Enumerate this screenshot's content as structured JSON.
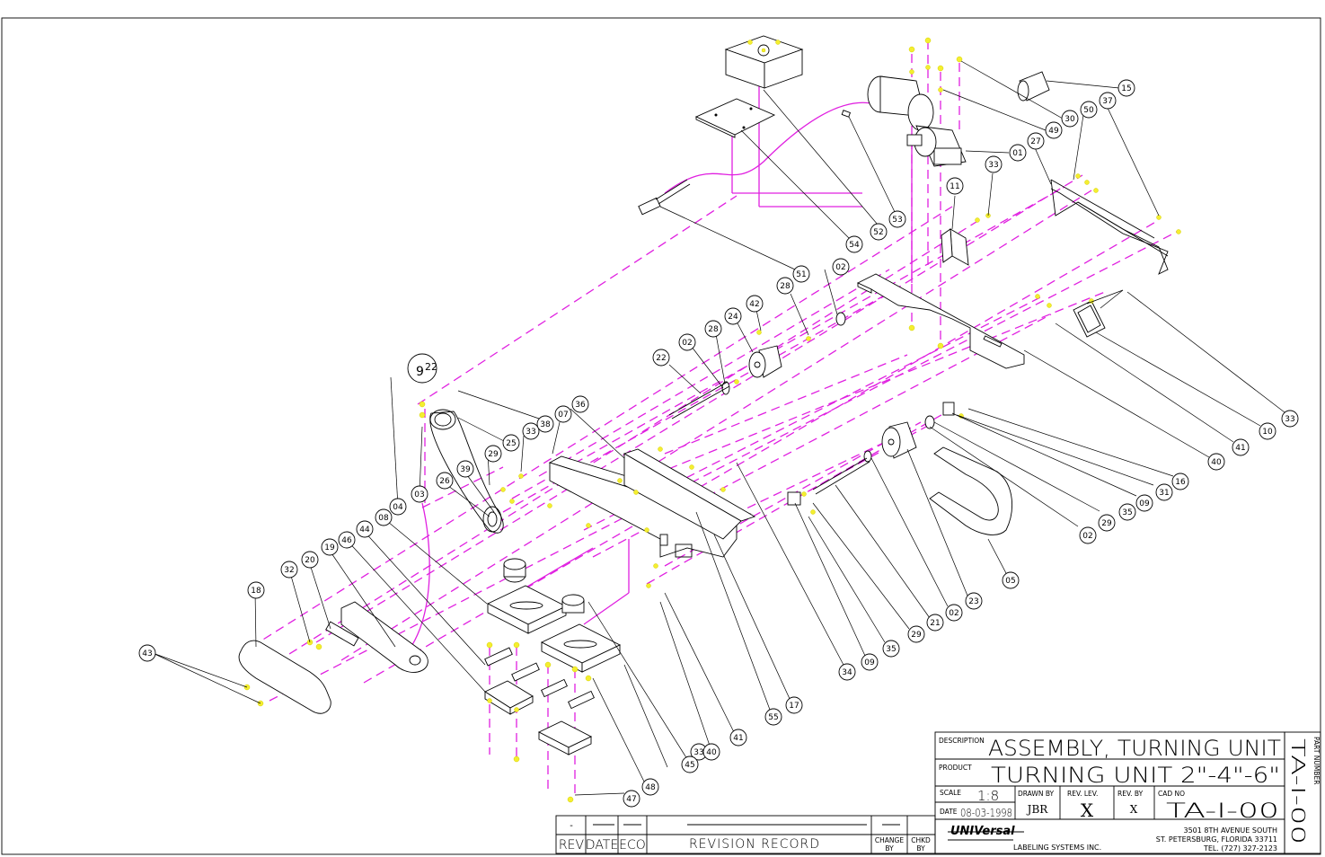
{
  "title_block": {
    "description_label": "DESCRIPTION",
    "description": "ASSEMBLY, TURNING UNIT",
    "product_label": "PRODUCT",
    "product": "TURNING UNIT 2\"-4\"-6\"",
    "scale_label": "SCALE",
    "scale": "1:8",
    "date_label": "DATE",
    "date": "08-03-1998",
    "drawn_by_label": "DRAWN BY",
    "drawn_by": "JBR",
    "rev_lev_label": "REV. LEV.",
    "rev_lev": "X",
    "rev_by_label": "REV. BY",
    "rev_by": "X",
    "cad_no_label": "CAD NO",
    "cad_no": "TA-I-00",
    "part_number_label": "PART NUMBER",
    "part_number": "TA-I-00",
    "company_logo": "UNIVersal",
    "company_sub": "LABELING SYSTEMS INC.",
    "address_1": "3501 8TH AVENUE SOUTH",
    "address_2": "ST. PETERSBURG, FLORIDA 33711",
    "phone": "TEL. (727) 327-2123"
  },
  "revision_block": {
    "rev_label": "REV",
    "date_label": "DATE",
    "eco_label": "ECO",
    "record_label": "REVISION RECORD",
    "change_by_label": "CHANGE BY",
    "chkd_by_label": "CHKD BY",
    "rev_value": "-"
  },
  "balloons": [
    "01",
    "02",
    "02",
    "02",
    "02",
    "03",
    "04",
    "05",
    "07",
    "08",
    "09",
    "09",
    "10",
    "11",
    "15",
    "16",
    "17",
    "18",
    "19",
    "20",
    "21",
    "22",
    "23",
    "24",
    "25",
    "26",
    "27",
    "28",
    "28",
    "29",
    "29",
    "29",
    "30",
    "31",
    "32",
    "33",
    "33",
    "33",
    "33",
    "34",
    "35",
    "35",
    "36",
    "37",
    "38",
    "39",
    "40",
    "40",
    "41",
    "41",
    "42",
    "43",
    "44",
    "45",
    "46",
    "47",
    "48",
    "49",
    "50",
    "51",
    "52",
    "53",
    "54",
    "55"
  ]
}
